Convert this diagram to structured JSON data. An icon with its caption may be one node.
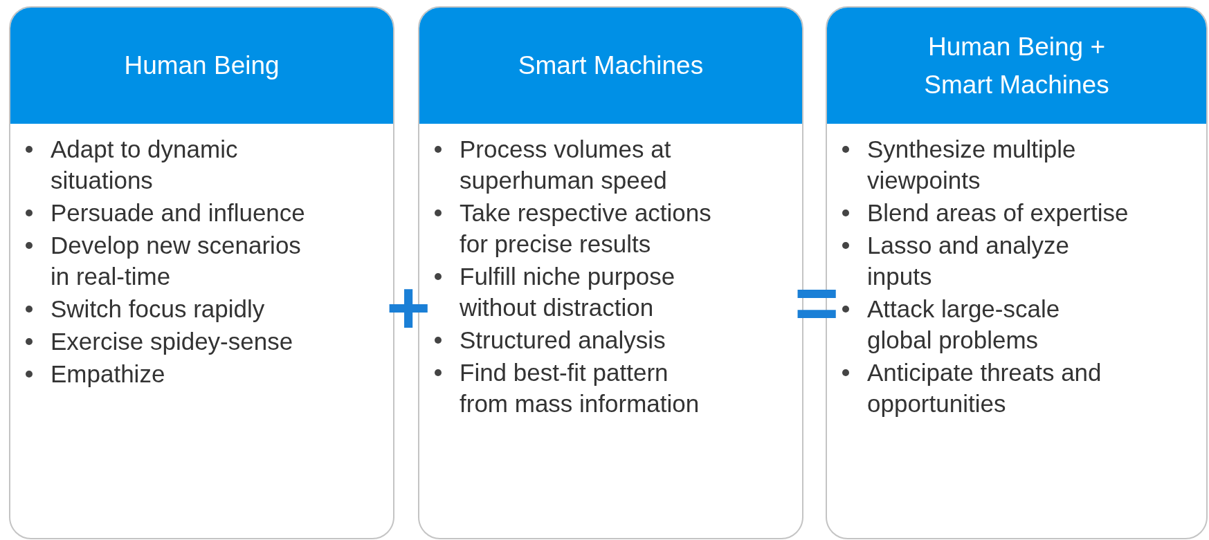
{
  "diagram": {
    "nodes": [
      {
        "text": [
          "Human Being",
          "Adapt to dynamic situations",
          "Persuade and influence",
          "Develop new scenarios in real-time",
          "Switch focus rapidly",
          "Exercise spidey-sense",
          "Empathize"
        ]
      },
      {
        "text": [
          "Smart Machines",
          "Process volumes at superhuman speed",
          "Take respective actions for precise results",
          "Fulfill niche purpose without distraction",
          "Structured analysis",
          "Find best-fit pattern from mass information"
        ]
      },
      {
        "text": [
          "Human Being + Smart Machines",
          "Synthesize multiple viewpoints",
          "Blend areas of expertise",
          "Lasso and analyze inputs",
          "Attack large-scale global problems",
          "Anticipate threats and opportunities"
        ]
      }
    ],
    "labels": [
      "+",
      "="
    ]
  }
}
